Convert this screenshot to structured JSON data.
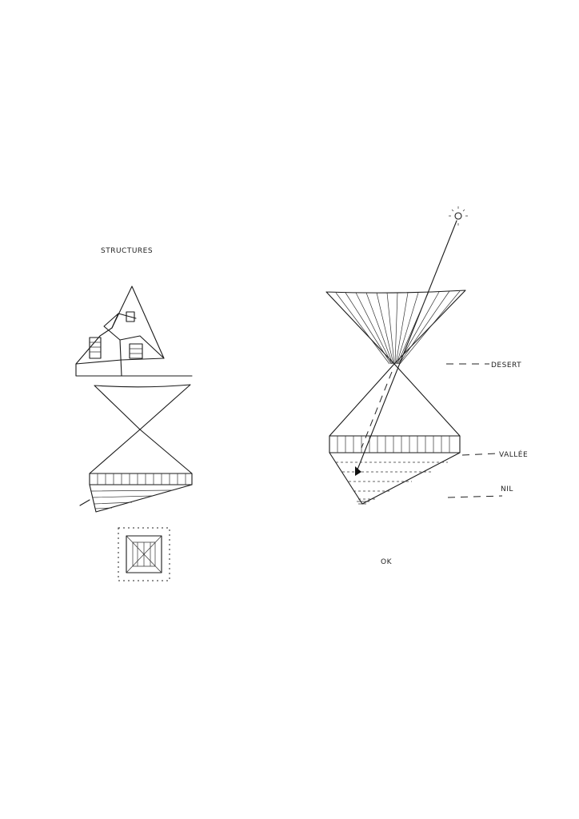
{
  "left_sketch": {
    "title": "STRUCTURES"
  },
  "right_sketch": {
    "labels": {
      "desert": "DESERT",
      "vallee": "VALLÉE",
      "nil": "NIL"
    },
    "caption": "OK"
  },
  "colors": {
    "ink": "#1a1a1a",
    "paper": "#ffffff"
  }
}
